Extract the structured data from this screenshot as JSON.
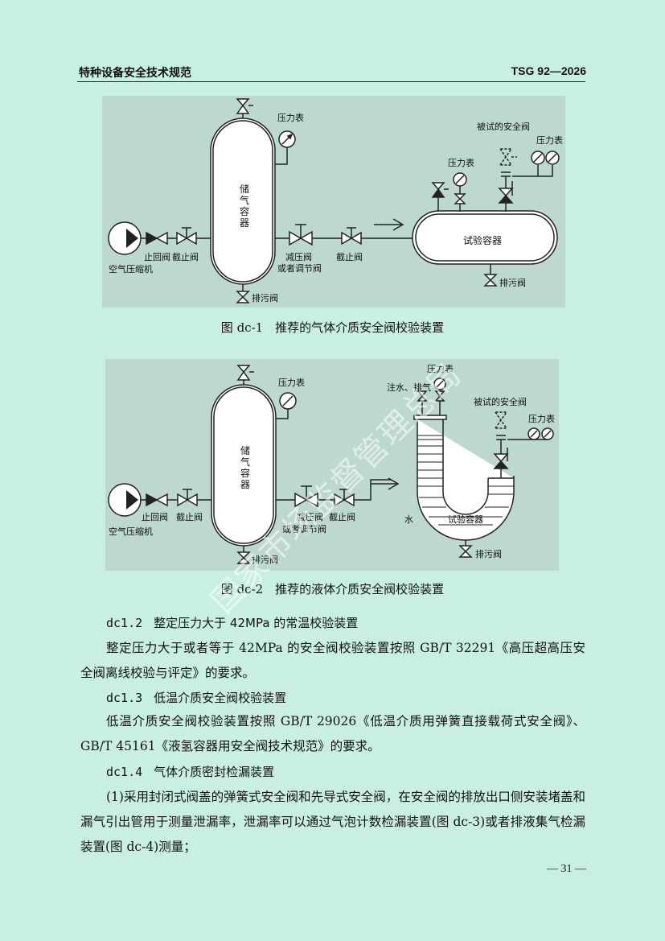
{
  "header": {
    "left": "特种设备安全技术规范",
    "right": "TSG 92—2026"
  },
  "figure1": {
    "caption": "图 dc-1　推荐的气体介质安全阀校验装置",
    "labels": {
      "gauge1": "压力表",
      "vessel": "储\n气\n容\n器",
      "tested_valve": "被试的安全阀",
      "gauge2": "压力表",
      "gauge3": "压力表",
      "test_vessel": "试验容器",
      "check_valve": "止回阀",
      "stop_valve1": "截止阀",
      "compressor": "空气压缩机",
      "reducing_valve": "减压阀",
      "or_regulator": "或者调节阀",
      "stop_valve2": "截止阀",
      "drain1": "排污阀",
      "drain2": "排污阀"
    }
  },
  "figure2": {
    "caption": "图 dc-2　推荐的液体介质安全阀校验装置",
    "labels": {
      "gauge1": "压力表",
      "vessel": "储\n气\n容\n器",
      "fill_vent": "注水、排气",
      "gauge2": "压力表",
      "tested_valve": "被试的安全阀",
      "gauge3": "压力表",
      "check_valve": "止回阀",
      "stop_valve1": "截止阀",
      "compressor": "空气压缩机",
      "reducing_valve": "减压阀",
      "or_regulator": "或者调节阀",
      "stop_valve2": "截止阀",
      "water": "水",
      "test_vessel": "试验容器",
      "drain1": "排污阀",
      "drain2": "排污阀"
    }
  },
  "sections": [
    {
      "num": "dc1.2",
      "title": "整定压力大于 42MPa 的常温校验装置",
      "text": "整定压力大于或者等于 42MPa 的安全阀校验装置按照 GB/T 32291《高压超高压安全阀离线校验与评定》的要求。"
    },
    {
      "num": "dc1.3",
      "title": "低温介质安全阀校验装置",
      "text": "低温介质安全阀校验装置按照 GB/T 29026《低温介质用弹簧直接载荷式安全阀》、GB/T 45161《液氢容器用安全阀技术规范》的要求。"
    },
    {
      "num": "dc1.4",
      "title": "气体介质密封检漏装置",
      "text": "(1)采用封闭式阀盖的弹簧式安全阀和先导式安全阀，在安全阀的排放出口侧安装堵盖和漏气引出管用于测量泄漏率，泄漏率可以通过气泡计数检漏装置(图 dc-3)或者排液集气检漏装置(图 dc-4)测量；"
    }
  ],
  "watermark": "国家市场监督管理总局",
  "page_number": "— 31 —"
}
